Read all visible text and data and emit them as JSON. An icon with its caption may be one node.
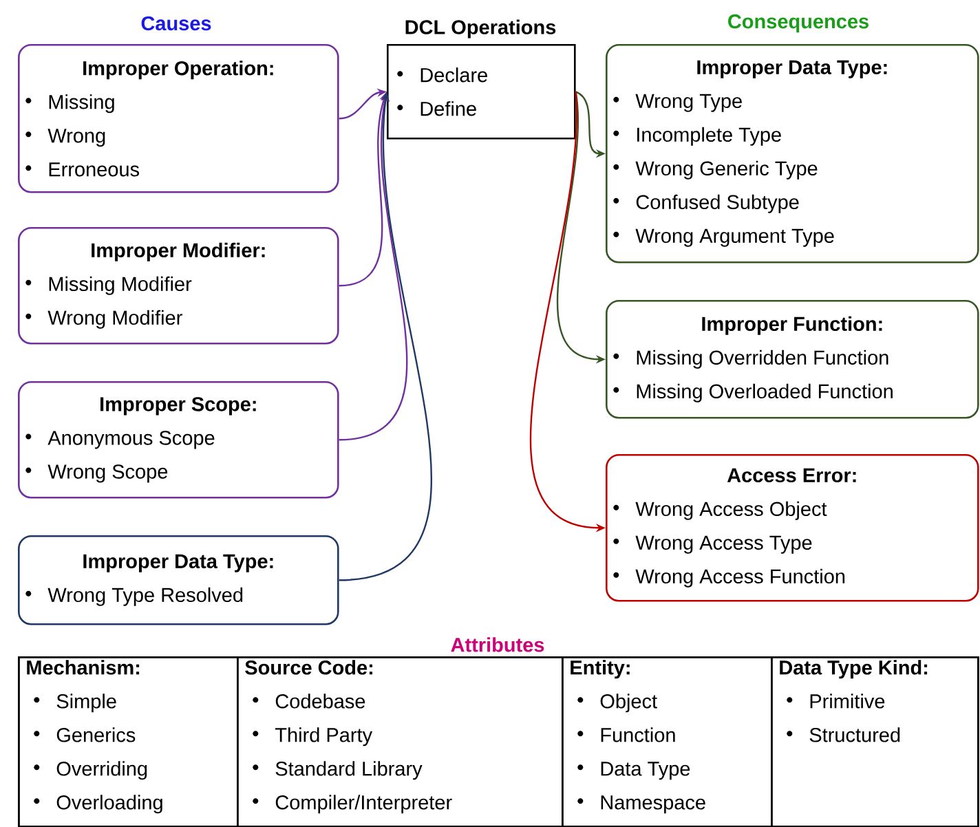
{
  "diagram": {
    "nodes": [
      {
        "text": [
          "Improper Operation:",
          "Missing",
          "Wrong",
          "Erroneous"
        ]
      },
      {
        "text": [
          "Improper Modifier:",
          "Missing Modifier",
          "Wrong Modifier"
        ]
      },
      {
        "text": [
          "Improper Scope:",
          "Anonymous Scope",
          "Wrong Scope"
        ]
      },
      {
        "text": [
          "Improper Data Type:",
          "Wrong Type Resolved"
        ]
      },
      {
        "text": [
          "DCL Operations",
          "Declare",
          "Define"
        ]
      },
      {
        "text": [
          "Improper Data Type:",
          "Wrong Type",
          "Incomplete Type",
          "Wrong Generic Type",
          "Confused Subtype",
          "Wrong Argument Type"
        ]
      },
      {
        "text": [
          "Improper Function:",
          "Missing Overridden Function",
          "Missing Overloaded Function"
        ]
      },
      {
        "text": [
          "Access Error:",
          "Wrong Access Object",
          "Wrong Access Type",
          "Wrong Access Function"
        ]
      },
      {
        "text": [
          "Attributes"
        ]
      },
      {
        "text": [
          "Mechanism:",
          "Simple",
          "Generics",
          "Overriding",
          "Overloading"
        ],
        "in": 8
      },
      {
        "text": [
          "Source Code:",
          "Codebase",
          "Third Party",
          "Standard Library",
          "Compiler/Interpreter"
        ],
        "in": 8
      },
      {
        "text": [
          "Entity:",
          "Object",
          "Function",
          "Data Type",
          "Namespace"
        ],
        "in": 8
      },
      {
        "text": [
          "Data Type Kind:",
          "Primitive",
          "Structured"
        ],
        "in": 8
      }
    ],
    "edges": [
      {
        "from": 0,
        "to": 4,
        "arrow": "to",
        "color": "#7030a0"
      },
      {
        "from": 1,
        "to": 4,
        "arrow": "to",
        "color": "#7030a0"
      },
      {
        "from": 2,
        "to": 4,
        "arrow": "to",
        "color": "#7030a0"
      },
      {
        "from": 3,
        "to": 4,
        "arrow": "to",
        "color": "#1f3864"
      },
      {
        "from": 4,
        "to": 5,
        "arrow": "to",
        "color": "#375623"
      },
      {
        "from": 4,
        "to": 6,
        "arrow": "to",
        "color": "#375623"
      },
      {
        "from": 4,
        "to": 7,
        "arrow": "to",
        "color": "#c00000"
      }
    ],
    "labels": [
      "Causes",
      "Consequences"
    ]
  }
}
